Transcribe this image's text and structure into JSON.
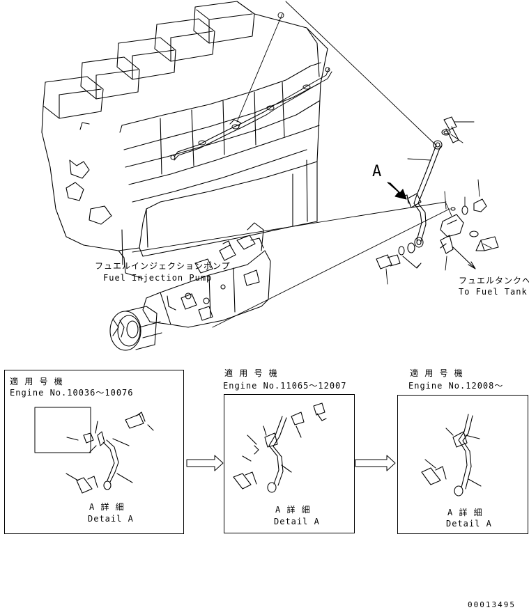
{
  "main": {
    "pump_label_jp": "フュエルインジェクションポンプ",
    "pump_label_en": "Fuel Injection Pump",
    "tank_label_jp": "フュエルタンクへ",
    "tank_label_en": "To Fuel Tank",
    "view_marker": "A"
  },
  "details": [
    {
      "applicable_jp": "適 用 号 機",
      "engine_range": "Engine No.10036～10076",
      "detail_jp": "A 詳 細",
      "detail_en": "Detail A"
    },
    {
      "applicable_jp": "適 用 号 機",
      "engine_range": "Engine No.11065～12007",
      "detail_jp": "A 詳 細",
      "detail_en": "Detail A"
    },
    {
      "applicable_jp": "適 用 号 機",
      "engine_range": "Engine No.12008～",
      "detail_jp": "A 詳 細",
      "detail_en": "Detail A"
    }
  ],
  "drawing_number": "00013495"
}
